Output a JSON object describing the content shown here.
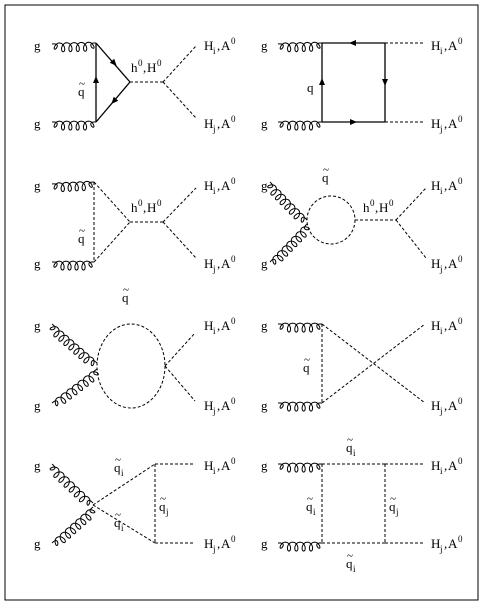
{
  "particles": {
    "gluon": "g",
    "quark": "q",
    "squark_tilde": "~",
    "squark_base": "q",
    "squark_i": "i",
    "squark_j": "j",
    "final_upper": {
      "H": "H",
      "H_sub": "i",
      "sep": ",",
      "A": "A",
      "A_sup": "0"
    },
    "final_lower": {
      "H": "H",
      "H_sub": "j",
      "sep": ",",
      "A": "A",
      "A_sup": "0"
    },
    "propagator": {
      "h": "h",
      "h_sup": "0",
      "sep": ",",
      "H": "H",
      "H_sup": "0"
    }
  },
  "diagrams": [
    {
      "id": "quark-triangle-higgs-s-channel"
    },
    {
      "id": "quark-box"
    },
    {
      "id": "squark-triangle-higgs-s-channel"
    },
    {
      "id": "squark-bubble-higgs-s-channel"
    },
    {
      "id": "squark-bubble"
    },
    {
      "id": "squark-crossed-triangle"
    },
    {
      "id": "squark-triangle-quartic"
    },
    {
      "id": "squark-box"
    }
  ]
}
